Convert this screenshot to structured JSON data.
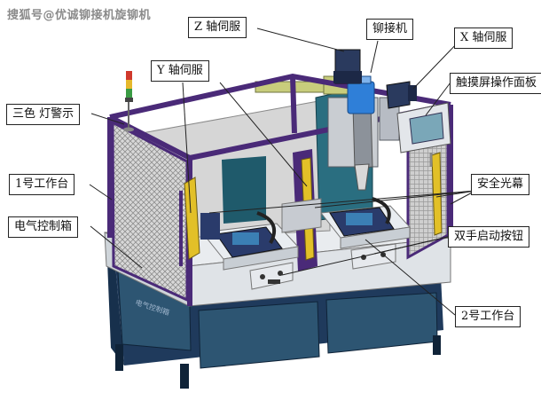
{
  "watermark": "搜狐号@优诚铆接机旋铆机",
  "labels": {
    "z_servo": "Z 轴伺服",
    "riveter": "铆接机",
    "x_servo": "X 轴伺服",
    "y_servo": "Y 轴伺服",
    "touch_panel": "触摸屏操作面板",
    "tri_light": "三色 灯警示",
    "table_1": "1号工作台",
    "safety_curtain": "安全光幕",
    "elec_box": "电气控制箱",
    "two_hand": "双手启动按钮",
    "table_2": "2号工作台"
  },
  "cabinet_text": "电气控制箱",
  "colors": {
    "frame": "#4a2a78",
    "cabinet": "#1f3a5c",
    "cabinet_panel": "#2d5572",
    "table_top": "#e9ecef",
    "mesh": "#b9b9b9",
    "yellow_plate": "#e2c028",
    "rail": "#c8cd7c",
    "servo": "#2a3a5e",
    "motor_blue": "#2f7fd8"
  }
}
